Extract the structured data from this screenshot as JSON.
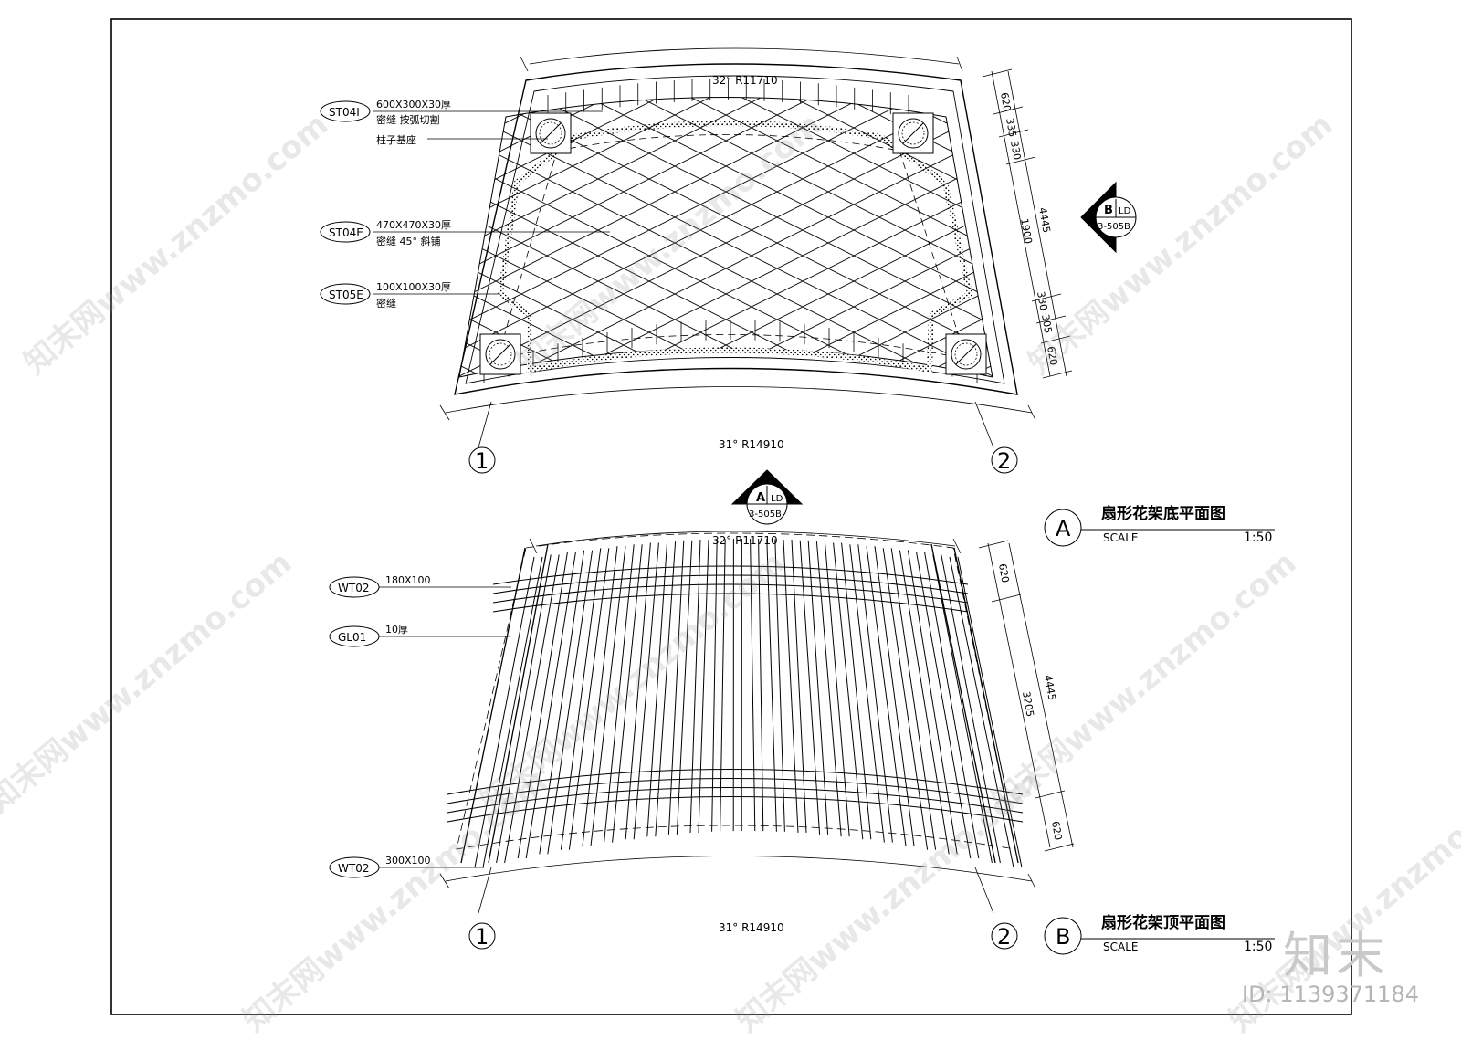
{
  "top_plan": {
    "arc_top": "32°  R11710",
    "arc_bottom": "31°  R14910",
    "dims": {
      "d620a": "620",
      "d335": "335",
      "d330a": "330",
      "d1900": "1900",
      "d330b": "330",
      "d305": "305",
      "d620b": "620",
      "total": "4445"
    },
    "callouts": [
      {
        "tag": "ST04I",
        "line1": "600X300X30厚",
        "line2": "密缝 按弧切割"
      },
      {
        "tag": "",
        "line1": "柱子基座",
        "line2": ""
      },
      {
        "tag": "ST04E",
        "line1": "470X470X30厚",
        "line2": "密缝 45° 斜铺"
      },
      {
        "tag": "ST05E",
        "line1": "100X100X30厚",
        "line2": "密缝"
      }
    ],
    "grid_left": "1",
    "grid_right": "2",
    "section_mark": {
      "letter": "B",
      "code": "LD",
      "sheet": "3-505B"
    }
  },
  "bottom_plan": {
    "arc_top": "32°  R11710",
    "arc_bottom": "31°  R14910",
    "dims": {
      "d620a": "620",
      "d3205": "3205",
      "d620b": "620",
      "total": "4445"
    },
    "callouts": [
      {
        "tag": "WT02",
        "line1": "180X100"
      },
      {
        "tag": "GL01",
        "line1": "10厚"
      },
      {
        "tag": "WT02",
        "line1": "300X100"
      }
    ],
    "grid_left": "1",
    "grid_right": "2",
    "section_mark": {
      "letter": "A",
      "code": "LD",
      "sheet": "3-505B"
    }
  },
  "titles": [
    {
      "letter": "A",
      "name": "扇形花架底平面图",
      "scale_label": "SCALE",
      "scale": "1:50"
    },
    {
      "letter": "B",
      "name": "扇形花架顶平面图",
      "scale_label": "SCALE",
      "scale": "1:50"
    }
  ],
  "watermark": "知末网www.znzmo.com",
  "logo": "知末",
  "image_id": "ID: 1139371184"
}
